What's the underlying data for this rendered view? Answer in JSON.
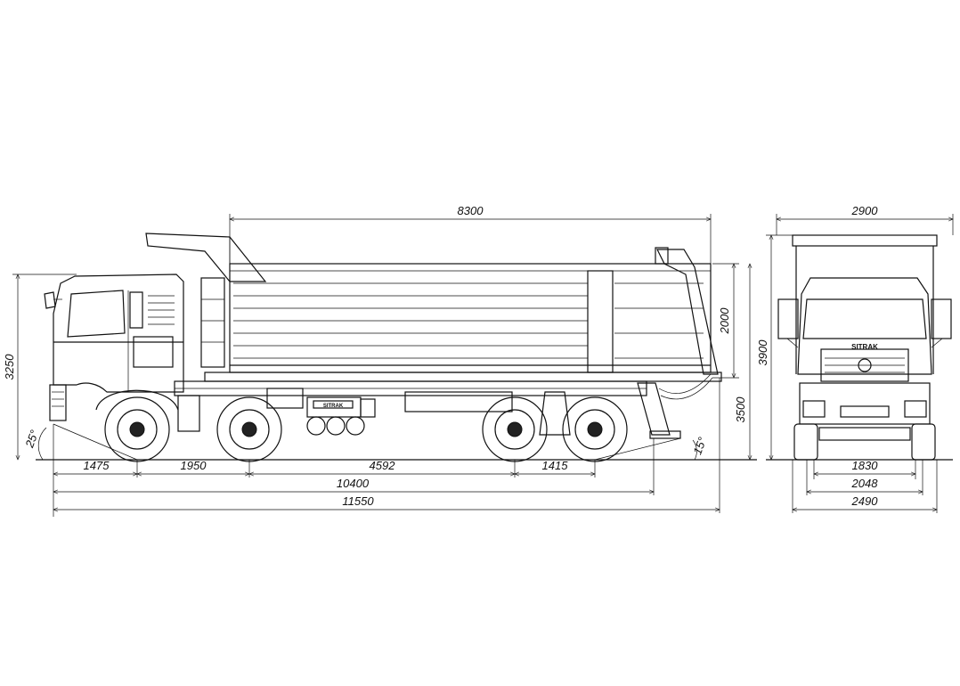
{
  "dimensions": {
    "body_length": "8300",
    "front_width": "2900",
    "body_height": "2000",
    "cab_height": "3250",
    "total_height": "3500",
    "front_view_height": "3900",
    "approach_angle": "25°",
    "departure_angle": "15°",
    "front_overhang": "1475",
    "axle_spacing_1": "1950",
    "axle_spacing_2": "4592",
    "axle_spacing_3": "1415",
    "chassis_length": "10400",
    "overall_length": "11550",
    "front_track": "1830",
    "rear_track": "2048",
    "overall_width": "2490"
  },
  "badges": {
    "grille_brand": "SITRAK",
    "side_plate": "SITRAK"
  }
}
